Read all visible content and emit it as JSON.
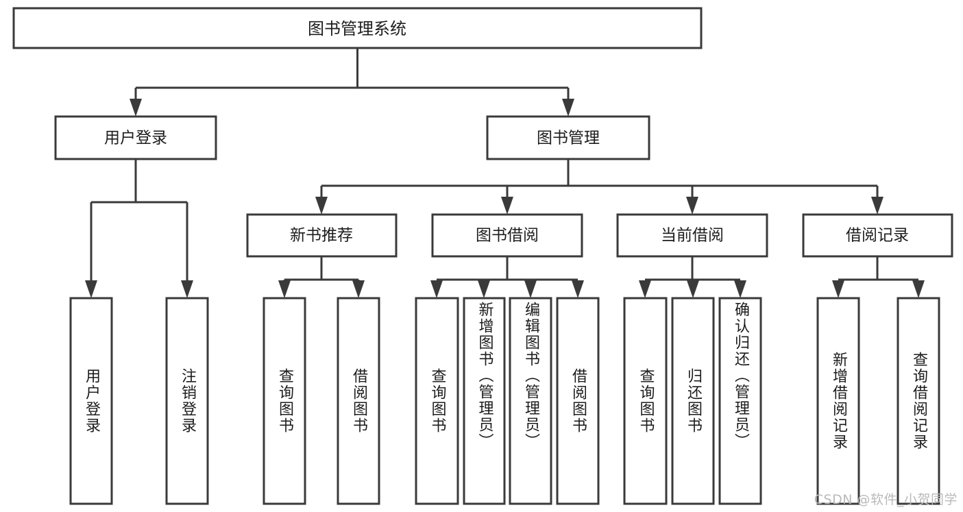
{
  "diagram": {
    "type": "tree-hierarchy",
    "title": "图书管理系统",
    "watermark": "CSDN @软件_小贺同学",
    "colors": {
      "background": "#ffffff",
      "stroke": "#3a3a3a",
      "box_fill": "#ffffff",
      "text": "#1c1c1c",
      "watermark": "#b9b9b9"
    },
    "root": {
      "id": "root",
      "label": "图书管理系统",
      "orientation": "horizontal"
    },
    "level2": [
      {
        "id": "user-login",
        "label": "用户登录",
        "orientation": "horizontal",
        "children": [
          {
            "id": "user-login-leaf",
            "label": "用户登录",
            "orientation": "vertical"
          },
          {
            "id": "user-logout-leaf",
            "label": "注销登录",
            "orientation": "vertical"
          }
        ]
      },
      {
        "id": "book-manage",
        "label": "图书管理",
        "orientation": "horizontal",
        "children": [
          {
            "id": "new-book-recommend",
            "label": "新书推荐",
            "orientation": "horizontal",
            "children": [
              {
                "id": "query-book-1",
                "label": "查询图书",
                "orientation": "vertical"
              },
              {
                "id": "borrow-book-1",
                "label": "借阅图书",
                "orientation": "vertical"
              }
            ]
          },
          {
            "id": "book-borrow",
            "label": "图书借阅",
            "orientation": "horizontal",
            "children": [
              {
                "id": "query-book-2",
                "label": "查询图书",
                "orientation": "vertical"
              },
              {
                "id": "add-book",
                "label": "新增图书（管理员）",
                "orientation": "vertical"
              },
              {
                "id": "edit-book",
                "label": "编辑图书（管理员）",
                "orientation": "vertical"
              },
              {
                "id": "borrow-book-2",
                "label": "借阅图书",
                "orientation": "vertical"
              }
            ]
          },
          {
            "id": "current-borrow",
            "label": "当前借阅",
            "orientation": "horizontal",
            "children": [
              {
                "id": "query-book-3",
                "label": "查询图书",
                "orientation": "vertical"
              },
              {
                "id": "return-book",
                "label": "归还图书",
                "orientation": "vertical"
              },
              {
                "id": "confirm-return",
                "label": "确认归还（管理员）",
                "orientation": "vertical"
              }
            ]
          },
          {
            "id": "borrow-record",
            "label": "借阅记录",
            "orientation": "horizontal",
            "children": [
              {
                "id": "add-borrow-record",
                "label": "新增借阅记录",
                "orientation": "vertical"
              },
              {
                "id": "query-borrow-record",
                "label": "查询借阅记录",
                "orientation": "vertical"
              }
            ]
          }
        ]
      }
    ]
  }
}
